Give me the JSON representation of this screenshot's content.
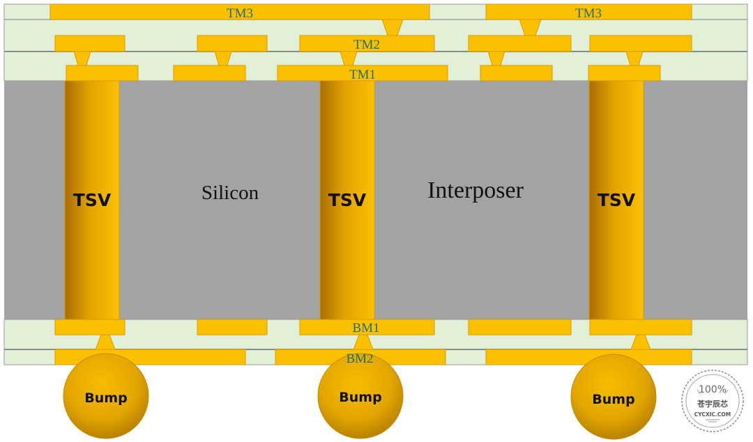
{
  "labels": {
    "tm3": "TM3",
    "tm2": "TM2",
    "tm1": "TM1",
    "bm1": "BM1",
    "bm2": "BM2",
    "silicon": "Silicon",
    "interposer": "Interposer",
    "tsv": "TSV",
    "bump": "Bump"
  },
  "watermark": {
    "percent": "100%",
    "text_cn": "苍宇辰芯",
    "text_en": "CYCXIC.COM"
  },
  "colors": {
    "dielectric": "#e3f0d8",
    "silicon": "#a3a3a3",
    "copper": "#fbc100",
    "copper_edge": "#d89a00",
    "label_teal": "#1f6e7a"
  }
}
